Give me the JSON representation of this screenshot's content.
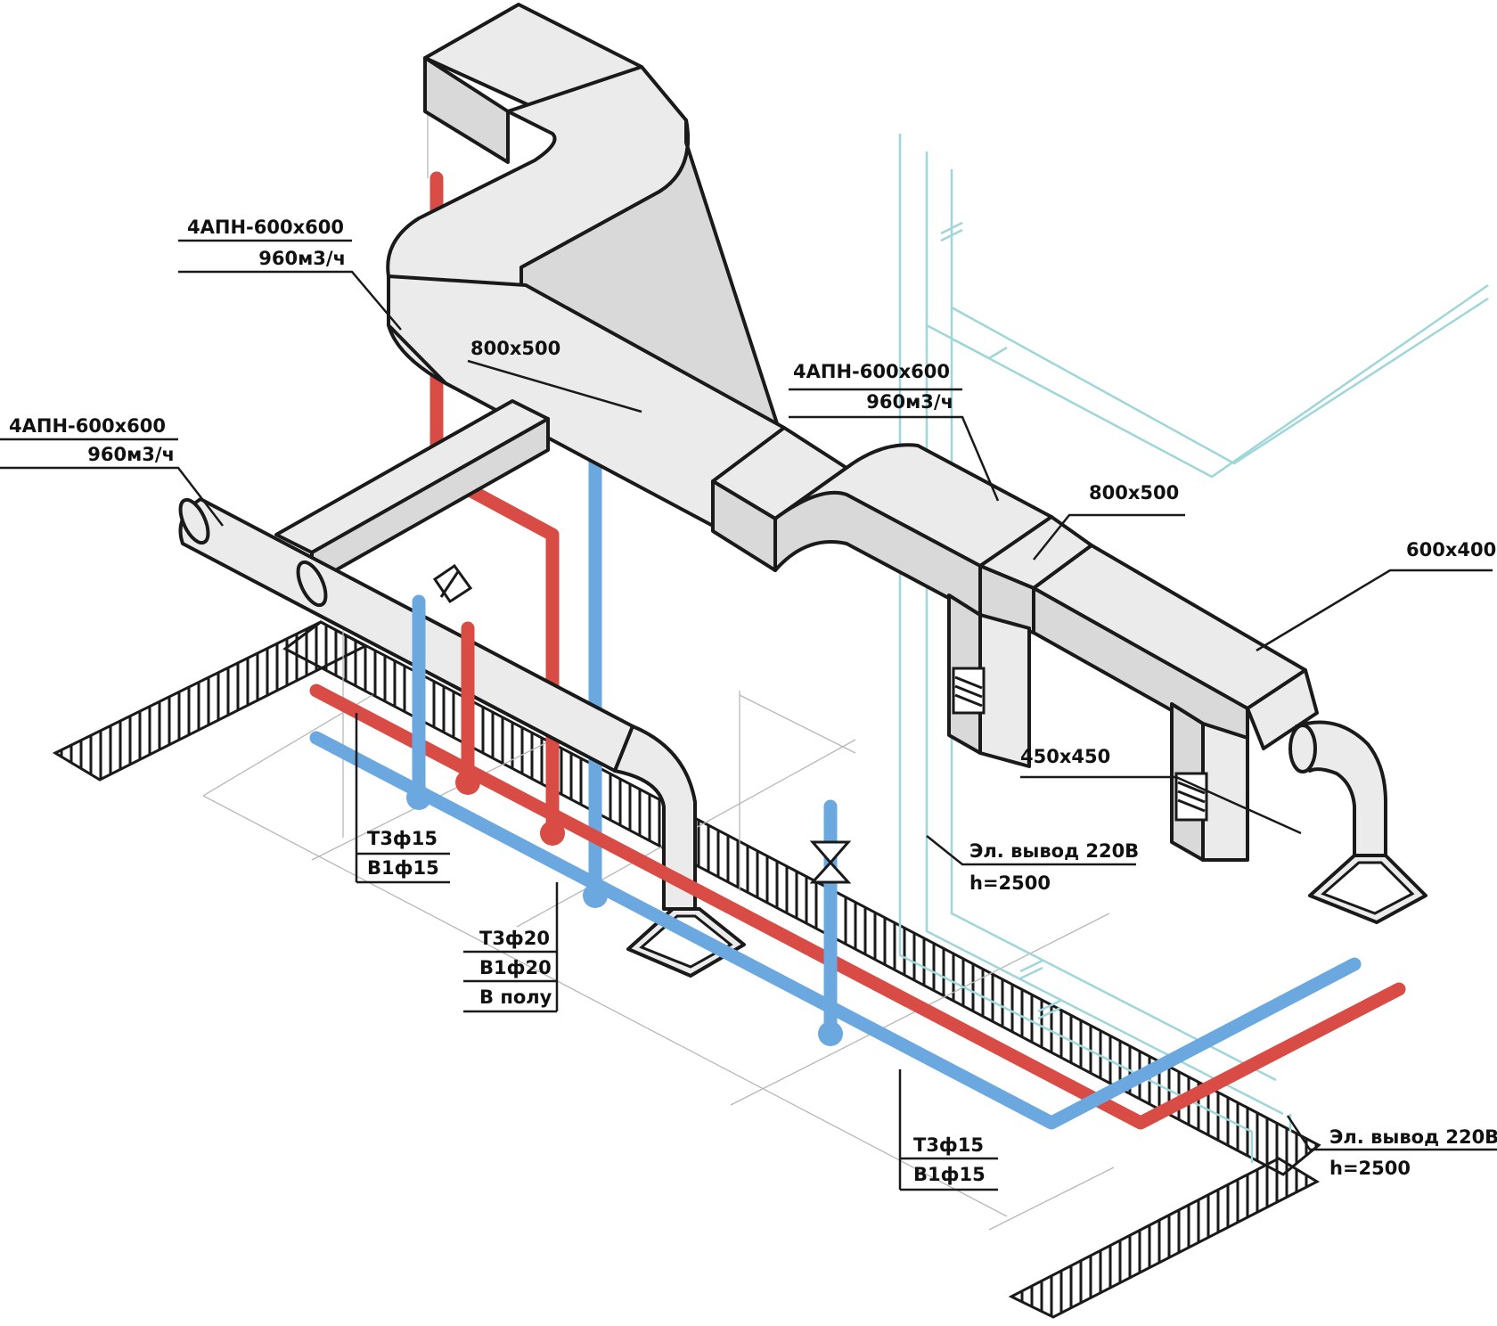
{
  "colors": {
    "supply_hot": "#d94c45",
    "supply_cold": "#6aa8df",
    "electric": "#9fd6da",
    "duct_fill": "#ebebec",
    "duct_side": "#d9d9da",
    "outline": "#1a1a1a"
  },
  "labels": {
    "diffuser_top": {
      "model": "4АПН-600х600",
      "flow": "960м3/ч"
    },
    "diffuser_left": {
      "model": "4АПН-600х600",
      "flow": "960м3/ч"
    },
    "diffuser_mid": {
      "model": "4АПН-600х600",
      "flow": "960м3/ч"
    },
    "duct_main": "800х500",
    "duct_right": "800х500",
    "duct_end": "600х400",
    "duct_drop": "450х450",
    "pipe_left": {
      "hot": "Т3ф15",
      "cold": "В1ф15"
    },
    "pipe_center": {
      "hot": "Т3ф20",
      "cold": "В1ф20",
      "note": "В полу"
    },
    "pipe_right": {
      "hot": "Т3ф15",
      "cold": "В1ф15"
    },
    "electric_1": {
      "title": "Эл. вывод 220В",
      "height": "h=2500"
    },
    "electric_2": {
      "title": "Эл. вывод 220В",
      "height": "h=2500"
    }
  }
}
